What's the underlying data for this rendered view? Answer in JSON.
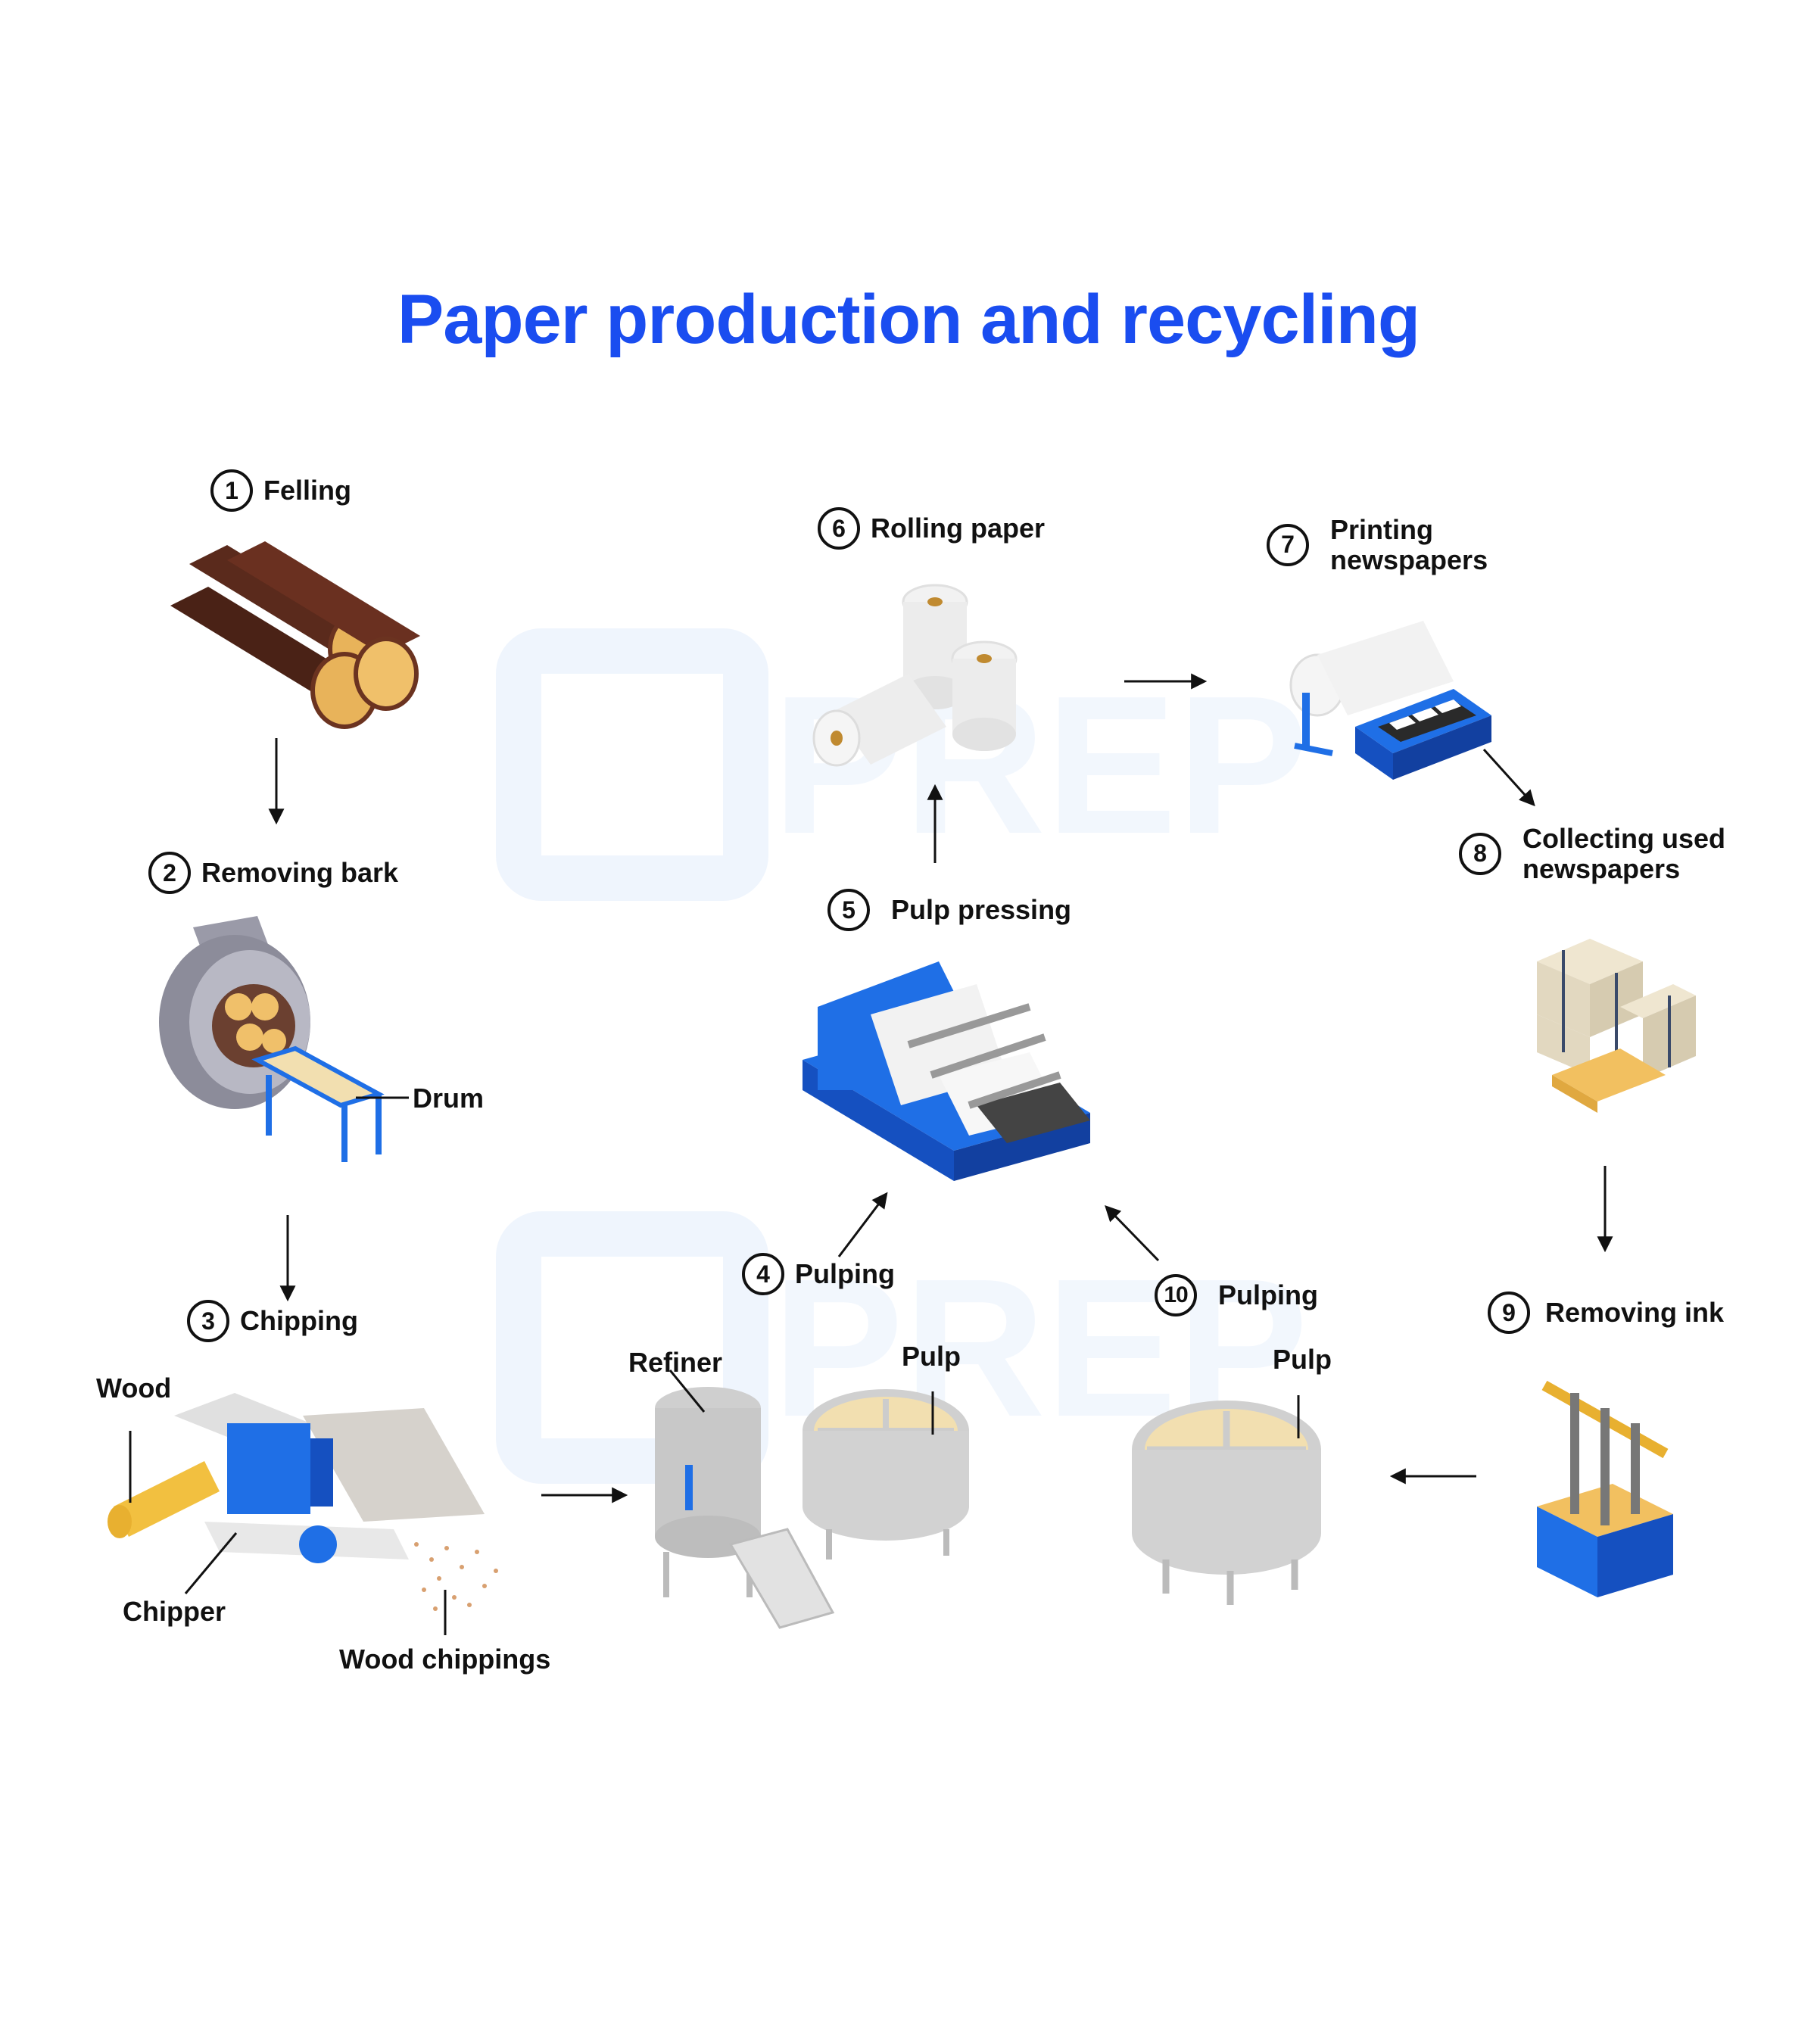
{
  "title": "Paper production and recycling",
  "watermark": "PREP",
  "colors": {
    "title": "#1a4df0",
    "accent": "#1f6fe6",
    "steel": "#d9d9d9",
    "log": "#5a2a1c",
    "pulp": "#f2dfb0"
  },
  "steps": [
    {
      "num": "1",
      "label": "Felling",
      "icon": "logs-icon"
    },
    {
      "num": "2",
      "label": "Removing bark",
      "icon": "debarking-drum-icon"
    },
    {
      "num": "3",
      "label": "Chipping",
      "icon": "chipper-machine-icon"
    },
    {
      "num": "4",
      "label": "Pulping",
      "icon": "refiner-and-pulp-tank-icon"
    },
    {
      "num": "5",
      "label": "Pulp pressing",
      "icon": "press-machine-icon"
    },
    {
      "num": "6",
      "label": "Rolling paper",
      "icon": "paper-rolls-icon"
    },
    {
      "num": "7",
      "label": "Printing\nnewspapers",
      "icon": "printing-press-icon"
    },
    {
      "num": "8",
      "label": "Collecting used\nnewspapers",
      "icon": "newspaper-bundles-icon"
    },
    {
      "num": "9",
      "label": "Removing ink",
      "icon": "deinking-tank-icon"
    },
    {
      "num": "10",
      "label": "Pulping",
      "icon": "pulp-tank-icon"
    }
  ],
  "callouts": {
    "drum": "Drum",
    "wood": "Wood",
    "chipper": "Chipper",
    "wood_chippings": "Wood chippings",
    "refiner": "Refiner",
    "pulp_a": "Pulp",
    "pulp_b": "Pulp"
  }
}
